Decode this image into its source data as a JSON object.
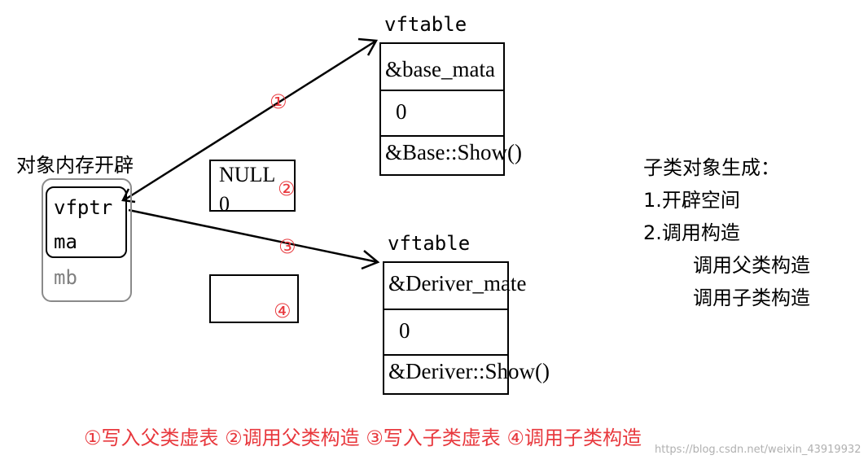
{
  "object_label": "对象内存开辟",
  "object_fields": [
    "vfptr",
    "ma",
    "mb"
  ],
  "vftable_base": {
    "title": "vftable",
    "rows": [
      "&base_mata",
      "0",
      "&Base::Show()"
    ]
  },
  "vftable_deriver": {
    "title": "vftable",
    "rows": [
      "&Deriver_mate",
      "0",
      "&Deriver::Show()"
    ]
  },
  "null_box": [
    "NULL",
    "0"
  ],
  "markers": [
    "①",
    "②",
    "③",
    "④"
  ],
  "steps": {
    "title": "子类对象生成：",
    "items": [
      "1.开辟空间",
      "2.调用构造",
      "调用父类构造",
      "调用子类构造"
    ]
  },
  "caption": "①写入父类虚表 ②调用父类构造 ③写入子类虚表 ④调用子类构造",
  "watermark": "https://blog.csdn.net/weixin_43919932",
  "colors": {
    "red": "#e8383d",
    "gray": "#808080"
  }
}
